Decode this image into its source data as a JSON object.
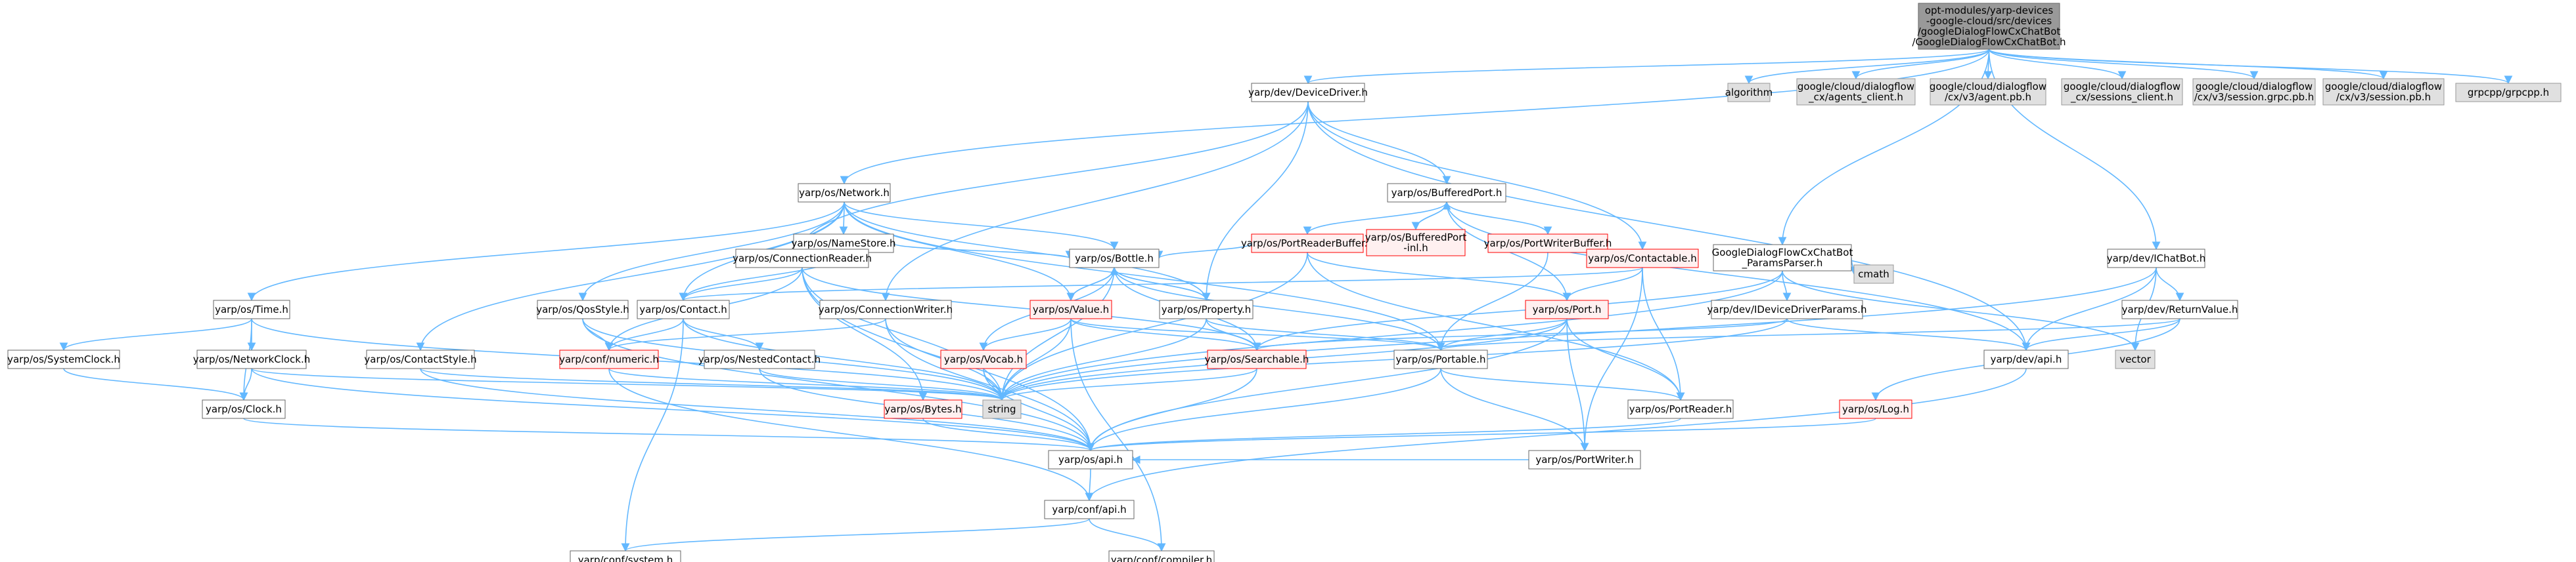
{
  "diagram": {
    "type": "include-dependency-graph",
    "colors": {
      "edge": "#63b8ff",
      "normal_border": "#666666",
      "normal_fill": "#ffffff",
      "root_fill": "#999999",
      "root_border": "#666666",
      "external_fill": "#e0e0e0",
      "external_border": "#999999",
      "truncated_border": "#ff0000",
      "truncated_fill": "#fff0f0"
    },
    "nodes": [
      {
        "id": "root",
        "kind": "root",
        "lines": [
          "opt-modules/yarp-devices",
          "-google-cloud/src/devices",
          "/googleDialogFlowCxChatBot",
          "/GoogleDialogFlowCxChatBot.h"
        ]
      },
      {
        "id": "algorithm",
        "kind": "external",
        "lines": [
          "algorithm"
        ]
      },
      {
        "id": "agents_client",
        "kind": "external",
        "lines": [
          "google/cloud/dialogflow",
          "_cx/agents_client.h"
        ]
      },
      {
        "id": "agent_pb",
        "kind": "external",
        "lines": [
          "google/cloud/dialogflow",
          "/cx/v3/agent.pb.h"
        ]
      },
      {
        "id": "sessions_client",
        "kind": "external",
        "lines": [
          "google/cloud/dialogflow",
          "_cx/sessions_client.h"
        ]
      },
      {
        "id": "session_grpc_pb",
        "kind": "external",
        "lines": [
          "google/cloud/dialogflow",
          "/cx/v3/session.grpc.pb.h"
        ]
      },
      {
        "id": "session_pb",
        "kind": "external",
        "lines": [
          "google/cloud/dialogflow",
          "/cx/v3/session.pb.h"
        ]
      },
      {
        "id": "grpcpp",
        "kind": "external",
        "lines": [
          "grpcpp/grpcpp.h"
        ]
      },
      {
        "id": "devicedriver",
        "kind": "normal",
        "lines": [
          "yarp/dev/DeviceDriver.h"
        ]
      },
      {
        "id": "network",
        "kind": "normal",
        "lines": [
          "yarp/os/Network.h"
        ]
      },
      {
        "id": "bufferedport",
        "kind": "normal",
        "lines": [
          "yarp/os/BufferedPort.h"
        ]
      },
      {
        "id": "portreaderbuffer",
        "kind": "truncated",
        "lines": [
          "yarp/os/PortReaderBuffer.h"
        ]
      },
      {
        "id": "bufferedport_inl",
        "kind": "truncated",
        "lines": [
          "yarp/os/BufferedPort",
          "-inl.h"
        ]
      },
      {
        "id": "portwriterbuffer",
        "kind": "truncated",
        "lines": [
          "yarp/os/PortWriterBuffer.h"
        ]
      },
      {
        "id": "namestore",
        "kind": "normal",
        "lines": [
          "yarp/os/NameStore.h"
        ]
      },
      {
        "id": "bottle",
        "kind": "normal",
        "lines": [
          "yarp/os/Bottle.h"
        ]
      },
      {
        "id": "connectionreader",
        "kind": "normal",
        "lines": [
          "yarp/os/ConnectionReader.h"
        ]
      },
      {
        "id": "contactable",
        "kind": "truncated",
        "lines": [
          "yarp/os/Contactable.h"
        ]
      },
      {
        "id": "paramsparser",
        "kind": "normal",
        "lines": [
          "GoogleDialogFlowCxChatBot",
          "_ParamsParser.h"
        ]
      },
      {
        "id": "ichatbot",
        "kind": "normal",
        "lines": [
          "yarp/dev/IChatBot.h"
        ]
      },
      {
        "id": "cmath",
        "kind": "external",
        "lines": [
          "cmath"
        ]
      },
      {
        "id": "time",
        "kind": "normal",
        "lines": [
          "yarp/os/Time.h"
        ]
      },
      {
        "id": "qosstyle",
        "kind": "normal",
        "lines": [
          "yarp/os/QosStyle.h"
        ]
      },
      {
        "id": "contact",
        "kind": "normal",
        "lines": [
          "yarp/os/Contact.h"
        ]
      },
      {
        "id": "connectionwriter",
        "kind": "normal",
        "lines": [
          "yarp/os/ConnectionWriter.h"
        ]
      },
      {
        "id": "value",
        "kind": "truncated",
        "lines": [
          "yarp/os/Value.h"
        ]
      },
      {
        "id": "property",
        "kind": "normal",
        "lines": [
          "yarp/os/Property.h"
        ]
      },
      {
        "id": "port",
        "kind": "truncated",
        "lines": [
          "yarp/os/Port.h"
        ]
      },
      {
        "id": "ideviceparams",
        "kind": "normal",
        "lines": [
          "yarp/dev/IDeviceDriverParams.h"
        ]
      },
      {
        "id": "returnvalue",
        "kind": "normal",
        "lines": [
          "yarp/dev/ReturnValue.h"
        ]
      },
      {
        "id": "systemclock",
        "kind": "normal",
        "lines": [
          "yarp/os/SystemClock.h"
        ]
      },
      {
        "id": "networkclock",
        "kind": "normal",
        "lines": [
          "yarp/os/NetworkClock.h"
        ]
      },
      {
        "id": "contactstyle",
        "kind": "normal",
        "lines": [
          "yarp/os/ContactStyle.h"
        ]
      },
      {
        "id": "numeric",
        "kind": "truncated",
        "lines": [
          "yarp/conf/numeric.h"
        ]
      },
      {
        "id": "nestedcontact",
        "kind": "normal",
        "lines": [
          "yarp/os/NestedContact.h"
        ]
      },
      {
        "id": "vocab",
        "kind": "truncated",
        "lines": [
          "yarp/os/Vocab.h"
        ]
      },
      {
        "id": "searchable",
        "kind": "truncated",
        "lines": [
          "yarp/os/Searchable.h"
        ]
      },
      {
        "id": "portable",
        "kind": "normal",
        "lines": [
          "yarp/os/Portable.h"
        ]
      },
      {
        "id": "vector",
        "kind": "external",
        "lines": [
          "vector"
        ]
      },
      {
        "id": "devapi",
        "kind": "normal",
        "lines": [
          "yarp/dev/api.h"
        ]
      },
      {
        "id": "clock",
        "kind": "normal",
        "lines": [
          "yarp/os/Clock.h"
        ]
      },
      {
        "id": "string",
        "kind": "external",
        "lines": [
          "string"
        ]
      },
      {
        "id": "bytes",
        "kind": "truncated",
        "lines": [
          "yarp/os/Bytes.h"
        ]
      },
      {
        "id": "portwriter",
        "kind": "normal",
        "lines": [
          "yarp/os/PortWriter.h"
        ]
      },
      {
        "id": "portreader",
        "kind": "normal",
        "lines": [
          "yarp/os/PortReader.h"
        ]
      },
      {
        "id": "log",
        "kind": "truncated",
        "lines": [
          "yarp/os/Log.h"
        ]
      },
      {
        "id": "osapi",
        "kind": "normal",
        "lines": [
          "yarp/os/api.h"
        ]
      },
      {
        "id": "confapi",
        "kind": "normal",
        "lines": [
          "yarp/conf/api.h"
        ]
      },
      {
        "id": "system",
        "kind": "normal",
        "lines": [
          "yarp/conf/system.h"
        ]
      },
      {
        "id": "compiler",
        "kind": "normal",
        "lines": [
          "yarp/conf/compiler.h"
        ]
      }
    ],
    "edges": [
      [
        "root",
        "algorithm"
      ],
      [
        "root",
        "agents_client"
      ],
      [
        "root",
        "agent_pb"
      ],
      [
        "root",
        "sessions_client"
      ],
      [
        "root",
        "session_grpc_pb"
      ],
      [
        "root",
        "session_pb"
      ],
      [
        "root",
        "grpcpp"
      ],
      [
        "root",
        "devicedriver"
      ],
      [
        "root",
        "network"
      ],
      [
        "root",
        "paramsparser"
      ],
      [
        "root",
        "ichatbot"
      ],
      [
        "devicedriver",
        "bufferedport"
      ],
      [
        "devicedriver",
        "property"
      ],
      [
        "devicedriver",
        "connectionwriter"
      ],
      [
        "devicedriver",
        "connectionreader"
      ],
      [
        "devicedriver",
        "contactable"
      ],
      [
        "devicedriver",
        "devapi"
      ],
      [
        "network",
        "namestore"
      ],
      [
        "network",
        "contact"
      ],
      [
        "network",
        "time"
      ],
      [
        "network",
        "qosstyle"
      ],
      [
        "network",
        "contactstyle"
      ],
      [
        "network",
        "bottle"
      ],
      [
        "network",
        "value"
      ],
      [
        "network",
        "portable"
      ],
      [
        "network",
        "property"
      ],
      [
        "bufferedport",
        "portreaderbuffer"
      ],
      [
        "bufferedport",
        "bufferedport_inl"
      ],
      [
        "bufferedport",
        "portwriterbuffer"
      ],
      [
        "bufferedport",
        "port"
      ],
      [
        "bufferedport",
        "devapi"
      ],
      [
        "portreaderbuffer",
        "bottle"
      ],
      [
        "portreaderbuffer",
        "port"
      ],
      [
        "portreaderbuffer",
        "string"
      ],
      [
        "portreaderbuffer",
        "portreader"
      ],
      [
        "bufferedport_inl",
        "bufferedport"
      ],
      [
        "portwriterbuffer",
        "portable"
      ],
      [
        "namestore",
        "contact"
      ],
      [
        "namestore",
        "bottle"
      ],
      [
        "bottle",
        "value"
      ],
      [
        "bottle",
        "property"
      ],
      [
        "bottle",
        "portable"
      ],
      [
        "bottle",
        "searchable"
      ],
      [
        "bottle",
        "string"
      ],
      [
        "bottle",
        "vocab"
      ],
      [
        "connectionreader",
        "contact"
      ],
      [
        "connectionreader",
        "numeric"
      ],
      [
        "connectionreader",
        "bytes"
      ],
      [
        "connectionreader",
        "searchable"
      ],
      [
        "connectionreader",
        "string"
      ],
      [
        "connectionreader",
        "osapi"
      ],
      [
        "contactable",
        "contact"
      ],
      [
        "contactable",
        "port"
      ],
      [
        "contactable",
        "portreader"
      ],
      [
        "contactable",
        "portwriter"
      ],
      [
        "paramsparser",
        "ideviceparams"
      ],
      [
        "paramsparser",
        "cmath"
      ],
      [
        "paramsparser",
        "searchable"
      ],
      [
        "paramsparser",
        "string"
      ],
      [
        "paramsparser",
        "vector"
      ],
      [
        "ichatbot",
        "returnvalue"
      ],
      [
        "ichatbot",
        "devapi"
      ],
      [
        "ichatbot",
        "vector"
      ],
      [
        "ichatbot",
        "string"
      ],
      [
        "time",
        "systemclock"
      ],
      [
        "time",
        "networkclock"
      ],
      [
        "time",
        "clock"
      ],
      [
        "time",
        "string"
      ],
      [
        "qosstyle",
        "numeric"
      ],
      [
        "qosstyle",
        "string"
      ],
      [
        "qosstyle",
        "osapi"
      ],
      [
        "contact",
        "nestedcontact"
      ],
      [
        "contact",
        "numeric"
      ],
      [
        "contact",
        "string"
      ],
      [
        "contact",
        "system"
      ],
      [
        "connectionwriter",
        "numeric"
      ],
      [
        "connectionwriter",
        "string"
      ],
      [
        "connectionwriter",
        "osapi"
      ],
      [
        "value",
        "bottle"
      ],
      [
        "value",
        "vocab"
      ],
      [
        "value",
        "searchable"
      ],
      [
        "value",
        "portable"
      ],
      [
        "value",
        "string"
      ],
      [
        "value",
        "compiler"
      ],
      [
        "property",
        "bottle"
      ],
      [
        "property",
        "searchable"
      ],
      [
        "property",
        "portable"
      ],
      [
        "property",
        "string"
      ],
      [
        "port",
        "portable"
      ],
      [
        "port",
        "portwriter"
      ],
      [
        "port",
        "portreader"
      ],
      [
        "port",
        "osapi"
      ],
      [
        "port",
        "string"
      ],
      [
        "ideviceparams",
        "devapi"
      ],
      [
        "ideviceparams",
        "string"
      ],
      [
        "ideviceparams",
        "searchable"
      ],
      [
        "returnvalue",
        "log"
      ],
      [
        "returnvalue",
        "devapi"
      ],
      [
        "returnvalue",
        "portable"
      ],
      [
        "systemclock",
        "clock"
      ],
      [
        "networkclock",
        "clock"
      ],
      [
        "networkclock",
        "string"
      ],
      [
        "networkclock",
        "osapi"
      ],
      [
        "contactstyle",
        "osapi"
      ],
      [
        "contactstyle",
        "string"
      ],
      [
        "numeric",
        "confapi"
      ],
      [
        "numeric",
        "string"
      ],
      [
        "nestedcontact",
        "string"
      ],
      [
        "nestedcontact",
        "osapi"
      ],
      [
        "vocab",
        "string"
      ],
      [
        "vocab",
        "osapi"
      ],
      [
        "searchable",
        "string"
      ],
      [
        "searchable",
        "osapi"
      ],
      [
        "portable",
        "portwriter"
      ],
      [
        "portable",
        "portreader"
      ],
      [
        "portable",
        "osapi"
      ],
      [
        "devapi",
        "confapi"
      ],
      [
        "clock",
        "osapi"
      ],
      [
        "bytes",
        "osapi"
      ],
      [
        "portwriter",
        "osapi"
      ],
      [
        "portreader",
        "osapi"
      ],
      [
        "log",
        "osapi"
      ],
      [
        "osapi",
        "confapi"
      ],
      [
        "confapi",
        "system"
      ],
      [
        "confapi",
        "compiler"
      ]
    ]
  }
}
